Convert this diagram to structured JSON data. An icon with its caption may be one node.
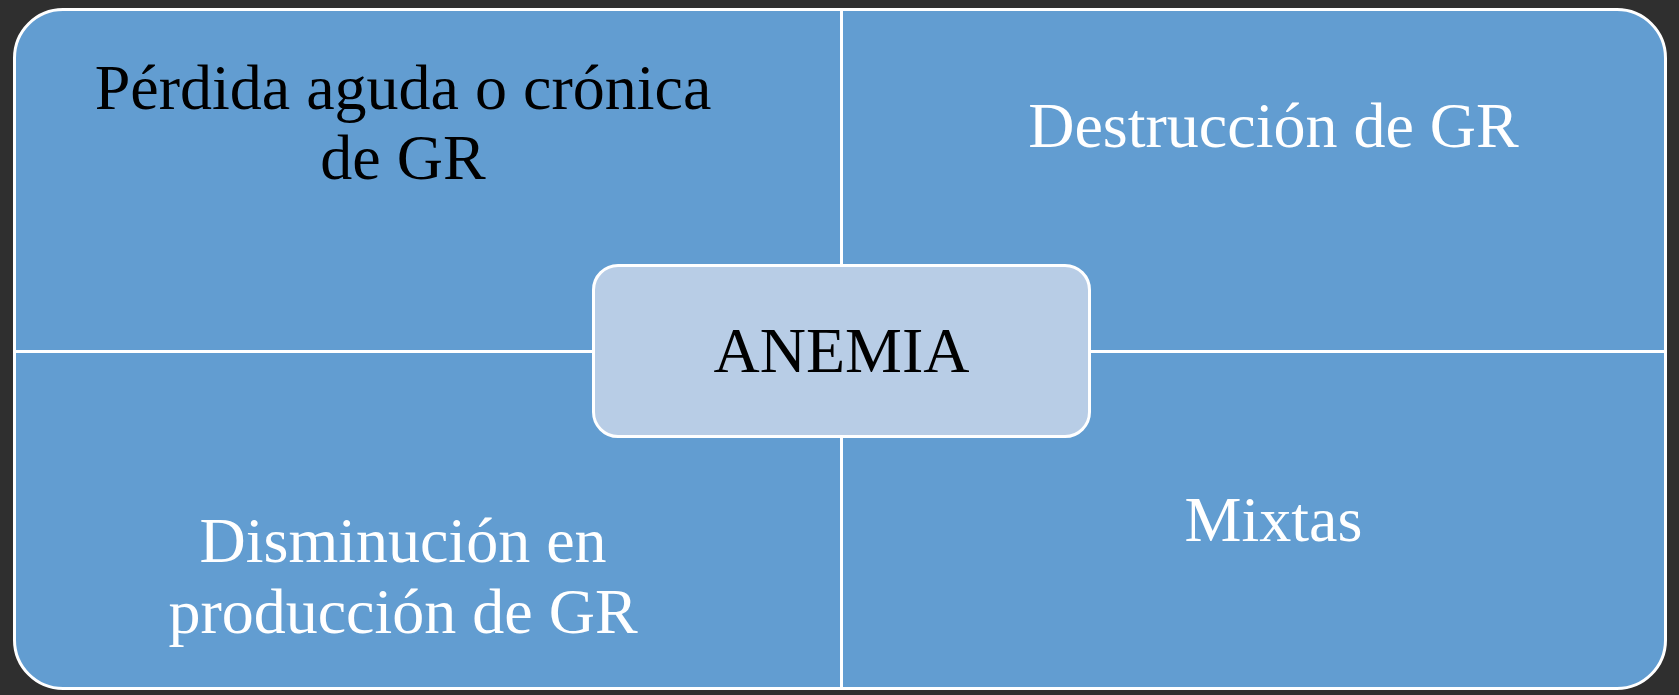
{
  "diagram": {
    "nodes": [
      {
        "text": [
          "Pérdida aguda o crónica de GR"
        ]
      },
      {
        "text": [
          "Destrucción de GR"
        ]
      },
      {
        "text": [
          "ANEMIA"
        ]
      },
      {
        "text": [
          "Disminución en producción de GR"
        ]
      },
      {
        "text": [
          "Mixtas"
        ]
      }
    ]
  }
}
